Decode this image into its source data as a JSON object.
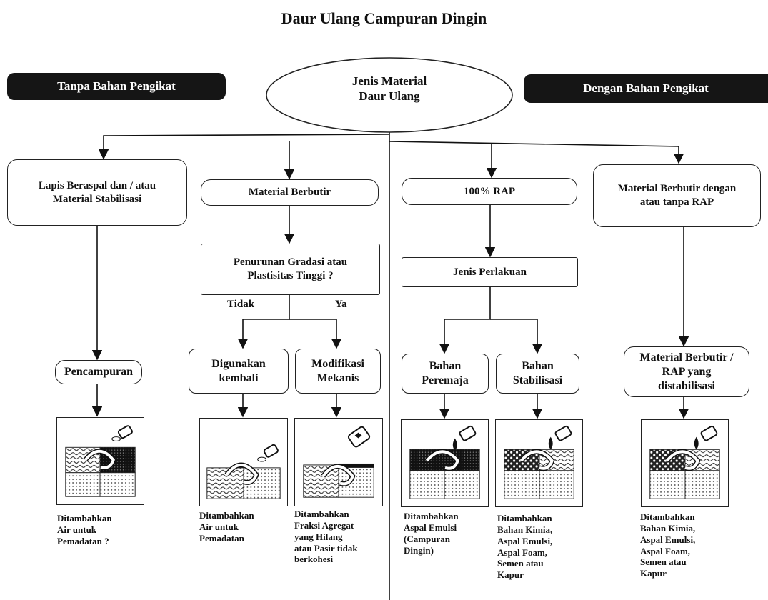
{
  "title": "Daur Ulang Campuran Dingin",
  "left_header": "Tanpa Bahan Pengikat",
  "center_oval": [
    "Jenis Material",
    "Daur Ulang"
  ],
  "right_header": "Dengan Bahan Pengikat",
  "col1": {
    "box": [
      "Lapis Beraspal dan / atau",
      "Material Stabilisasi"
    ],
    "process": "Pencampuran",
    "caption": [
      "Ditambahkan",
      "Air untuk",
      "Pemadatan ?"
    ]
  },
  "col2": {
    "box": "Material Berbutir",
    "question": [
      "Penurunan Gradasi atau",
      "Plastisitas Tinggi ?"
    ],
    "no_label": "Tidak",
    "yes_label": "Ya",
    "no_branch": {
      "box": [
        "Digunakan",
        "kembali"
      ],
      "caption": [
        "Ditambahkan",
        "Air untuk",
        "Pemadatan"
      ]
    },
    "yes_branch": {
      "box": [
        "Modifikasi",
        "Mekanis"
      ],
      "caption": [
        "Ditambahkan",
        "Fraksi Agregat",
        "yang Hilang",
        "atau Pasir tidak",
        "berkohesi"
      ]
    }
  },
  "col3": {
    "box": "100% RAP",
    "treatment": "Jenis Perlakuan",
    "left_branch": {
      "box": [
        "Bahan",
        "Peremaja"
      ],
      "caption": [
        "Ditambahkan",
        "Aspal Emulsi",
        "(Campuran",
        "Dingin)"
      ]
    },
    "right_branch": {
      "box": [
        "Bahan",
        "Stabilisasi"
      ],
      "caption": [
        "Ditambahkan",
        "Bahan Kimia,",
        "Aspal Emulsi,",
        "Aspal Foam,",
        "Semen atau",
        "Kapur"
      ]
    }
  },
  "col4": {
    "box": [
      "Material Berbutir dengan",
      "atau tanpa RAP"
    ],
    "process": [
      "Material Berbutir /",
      "RAP yang",
      "distabilisasi"
    ],
    "caption": [
      "Ditambahkan",
      "Bahan Kimia,",
      "Aspal Emulsi,",
      "Aspal Foam,",
      "Semen atau",
      "Kapur"
    ]
  }
}
